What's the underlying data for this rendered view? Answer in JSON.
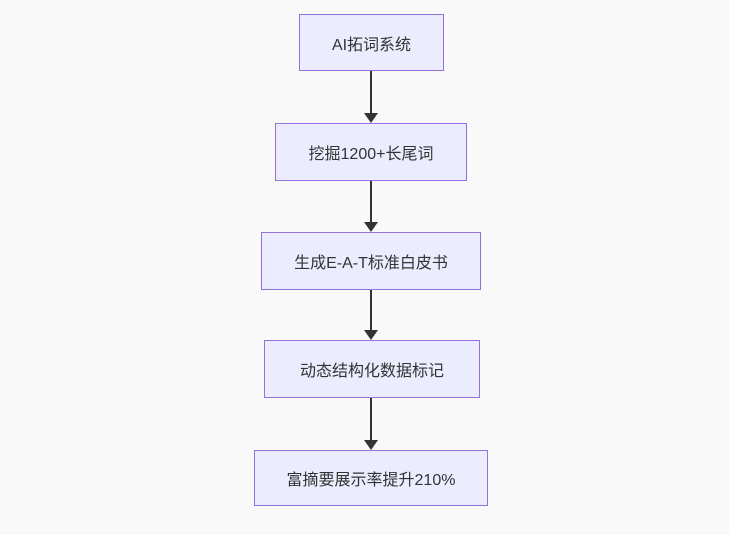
{
  "diagram": {
    "type": "flowchart",
    "direction": "top-down",
    "colors": {
      "background": "#f9f9f9",
      "node_fill": "#ECECFF",
      "node_border": "#9370DB",
      "node_text": "#333333",
      "arrow": "#333333"
    },
    "nodes": [
      {
        "id": "n1",
        "label": "AI拓词系统"
      },
      {
        "id": "n2",
        "label": "挖掘1200+长尾词"
      },
      {
        "id": "n3",
        "label": "生成E-A-T标准白皮书"
      },
      {
        "id": "n4",
        "label": "动态结构化数据标记"
      },
      {
        "id": "n5",
        "label": "富摘要展示率提升210%"
      }
    ],
    "edges": [
      {
        "from": "n1",
        "to": "n2"
      },
      {
        "from": "n2",
        "to": "n3"
      },
      {
        "from": "n3",
        "to": "n4"
      },
      {
        "from": "n4",
        "to": "n5"
      }
    ]
  }
}
